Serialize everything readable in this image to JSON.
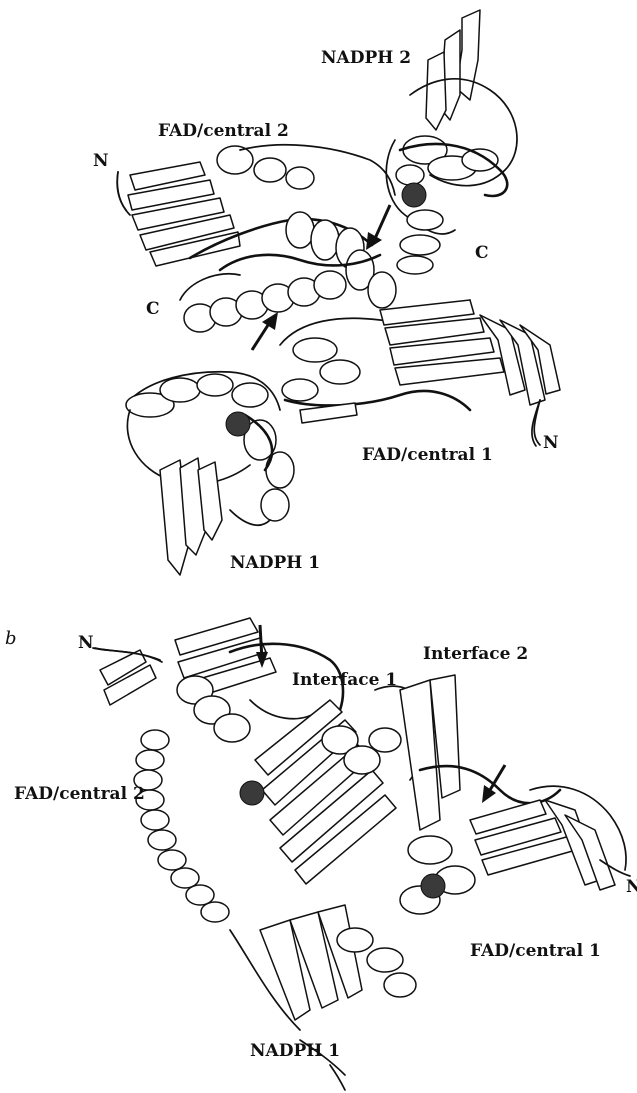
{
  "panel_a": {
    "labels": {
      "nadph2": "NADPH 2",
      "fad_central2": "FAD/central 2",
      "n_top": "N",
      "c_right": "C",
      "c_left": "C",
      "n_right": "N",
      "fad_central1": "FAD/central 1",
      "nadph1": "NADPH 1"
    }
  },
  "panel_b": {
    "letter": "b",
    "labels": {
      "n_left": "N",
      "interface1": "Interface 1",
      "interface2": "Interface 2",
      "fad_central2": "FAD/central 2",
      "n_right": "N",
      "fad_central1": "FAD/central 1",
      "nadph1": "NADPH 1"
    }
  }
}
